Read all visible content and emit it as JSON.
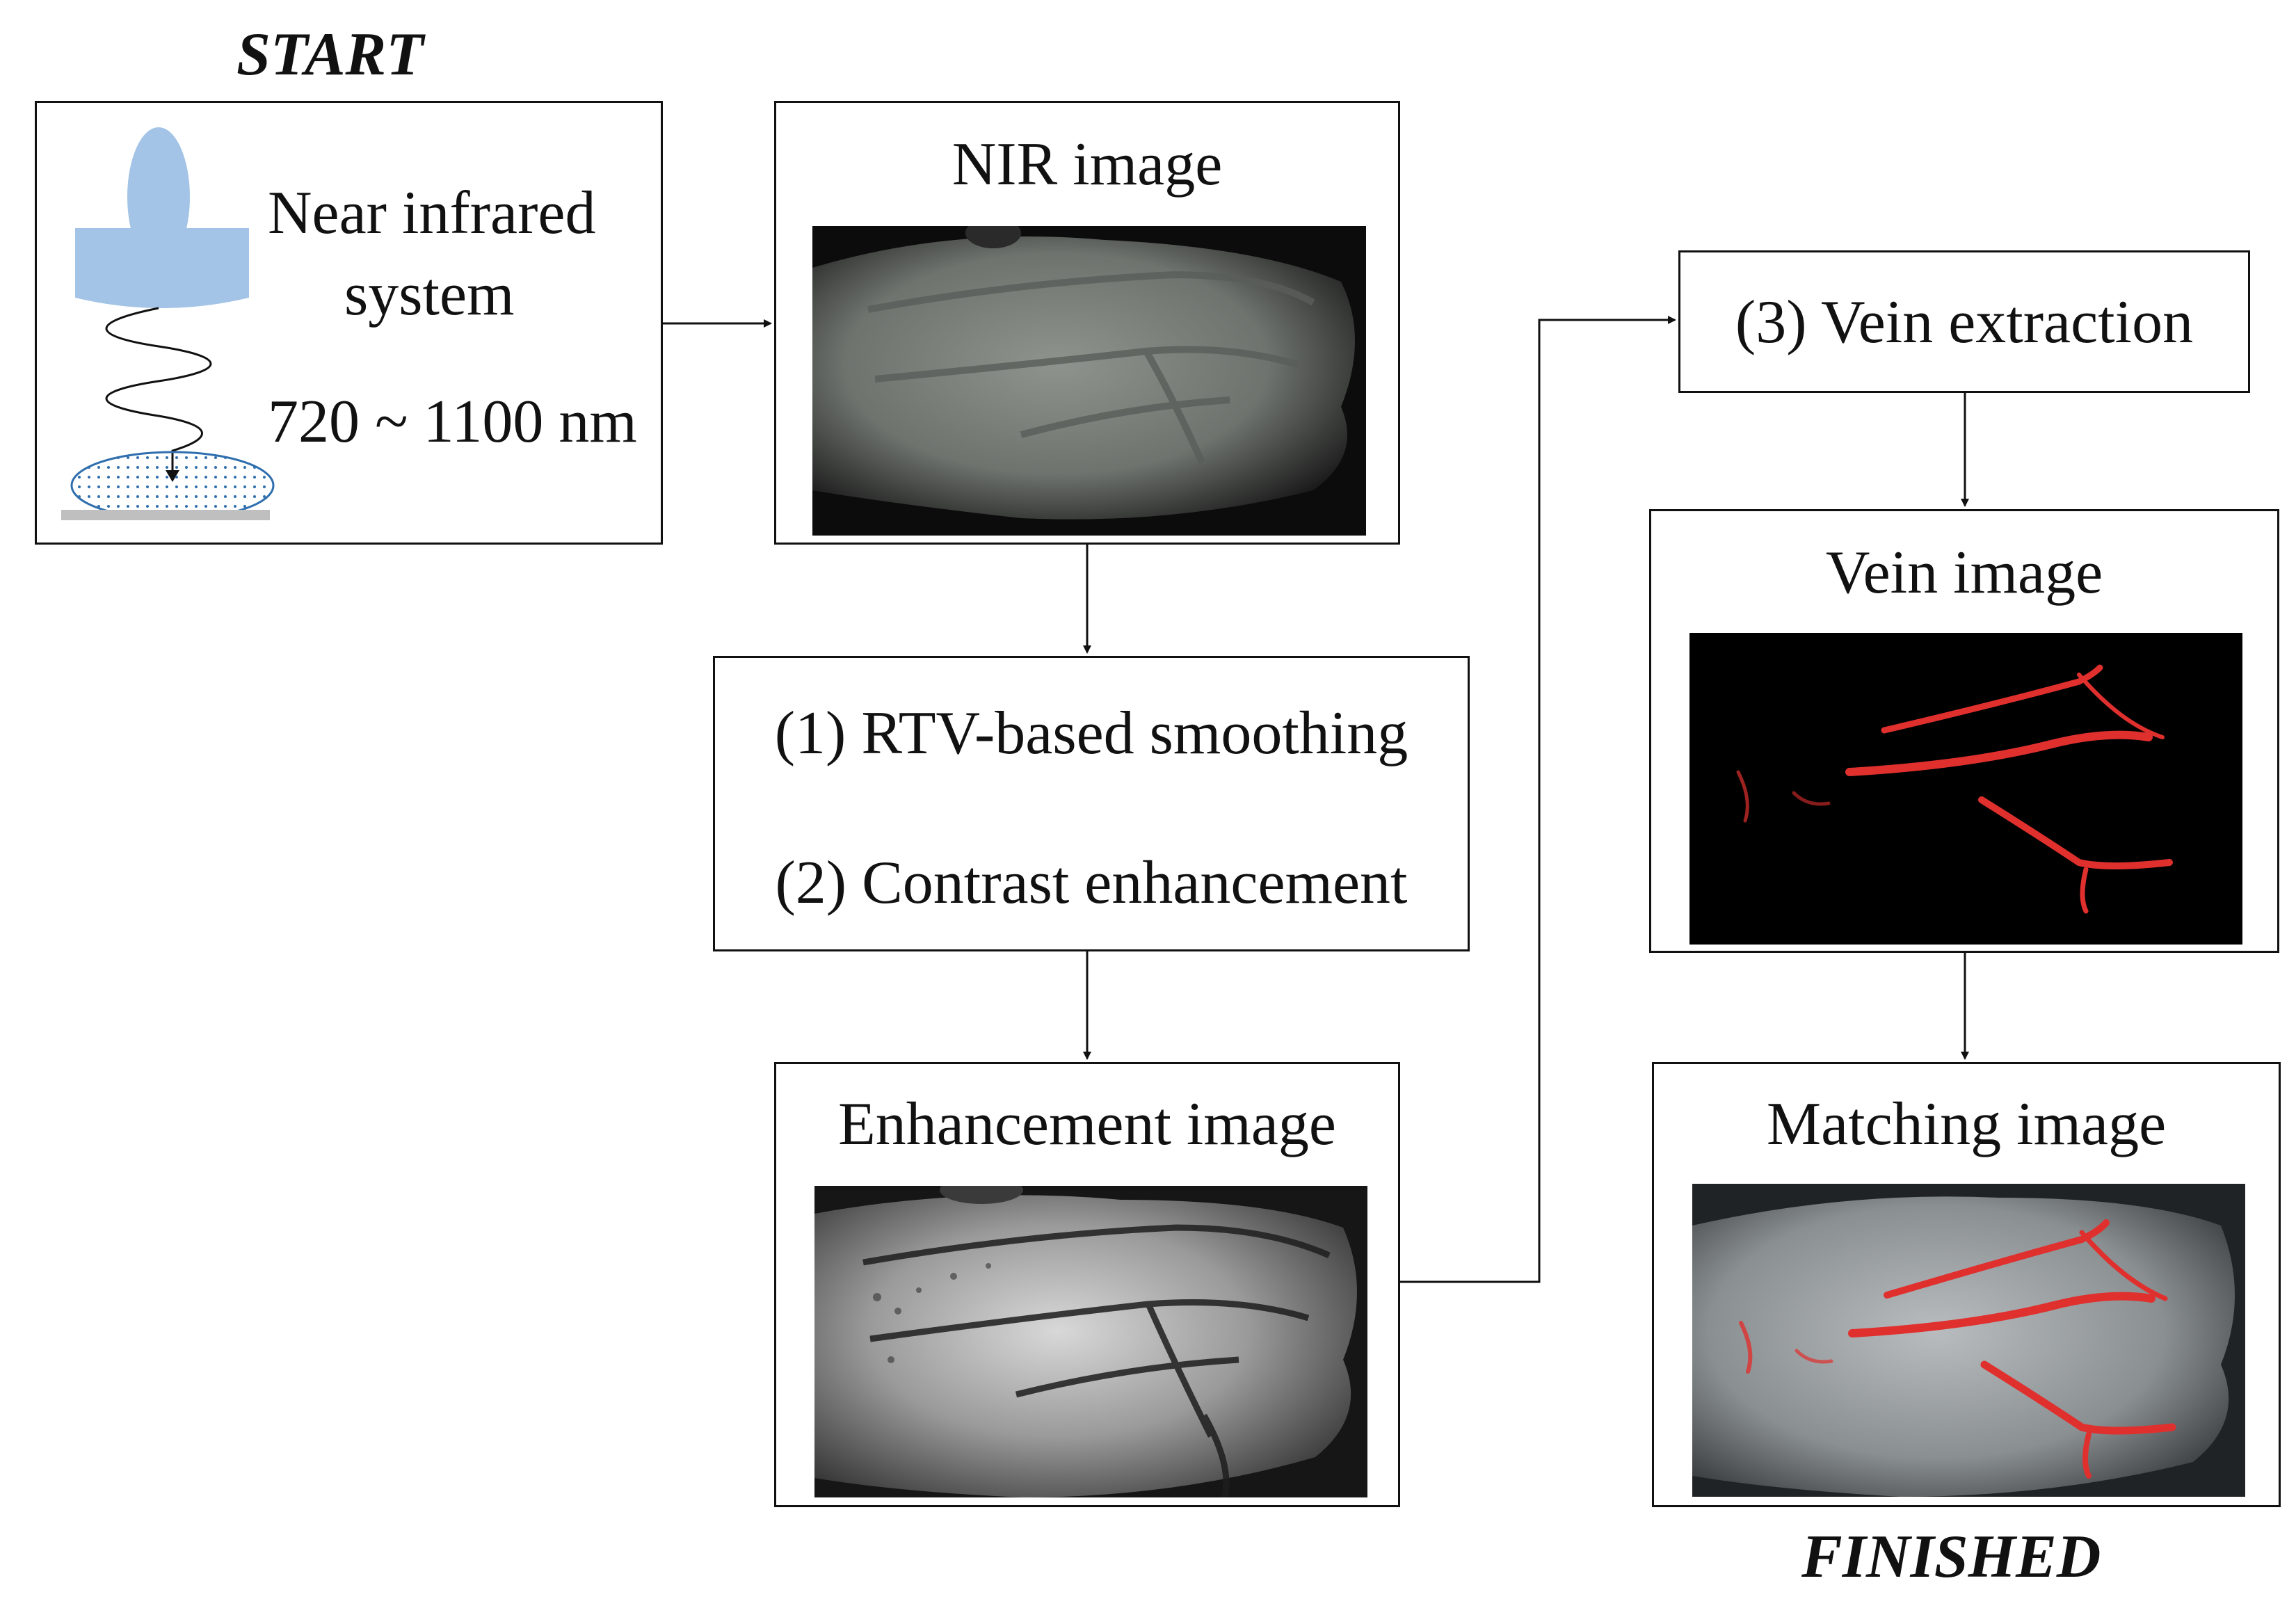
{
  "start_label": "START",
  "finished_label": "FINISHED",
  "nir_system": {
    "title_line1": "Near infrared",
    "title_line2": "system",
    "wavelength": "720 ~ 1100 nm",
    "colors": {
      "device": "#a3c4e6",
      "plate": "#bfbfbf",
      "dots": "#2f6fae"
    }
  },
  "nir_image": {
    "title": "NIR image"
  },
  "processing": {
    "step1": "(1) RTV-based smoothing",
    "step2": "(2) Contrast enhancement"
  },
  "enhancement_image": {
    "title": "Enhancement image"
  },
  "vein_extraction": {
    "label": "(3) Vein extraction"
  },
  "vein_image": {
    "title": "Vein image"
  },
  "matching_image": {
    "title": "Matching image"
  },
  "colors": {
    "vein": "#e0302e",
    "stroke": "#111111"
  }
}
